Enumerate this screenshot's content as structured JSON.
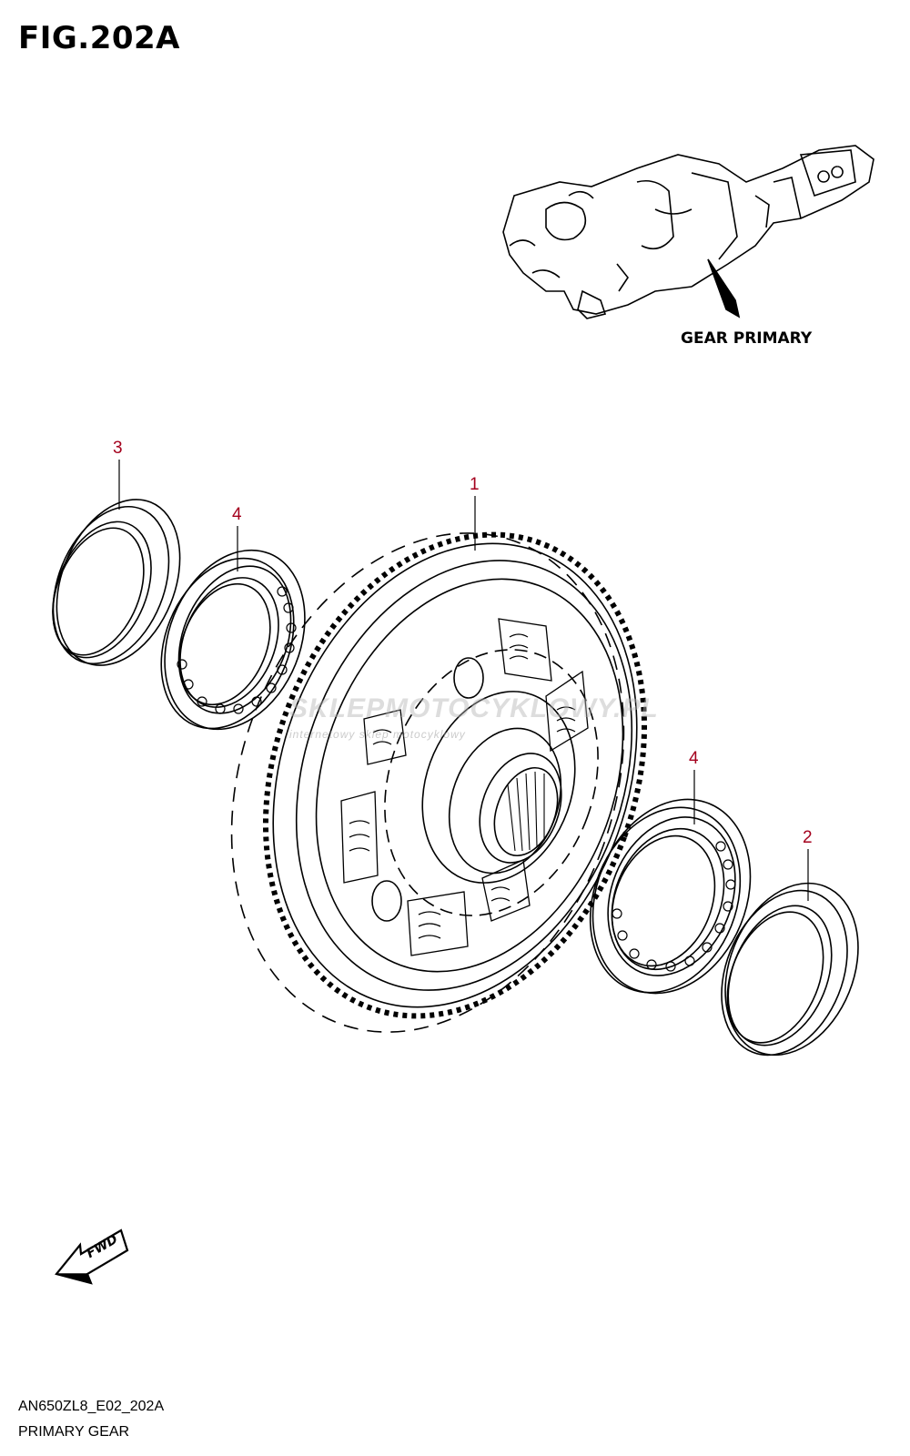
{
  "figure": {
    "title": "FIG.202A"
  },
  "assembly": {
    "label": "GEAR PRIMARY"
  },
  "callouts": [
    {
      "text": "3"
    },
    {
      "text": "1"
    },
    {
      "text": "4"
    },
    {
      "text": "4"
    },
    {
      "text": "2"
    }
  ],
  "watermark": {
    "main": "SKLEPMOTOCYKLOWY.PL",
    "sub": "internetowy sklep motocyklowy"
  },
  "fwd": {
    "text": "FWD"
  },
  "footer": {
    "code": "AN650ZL8_E02_202A",
    "name": "PRIMARY GEAR"
  },
  "colors": {
    "callout": "#a4001d",
    "line": "#000000"
  }
}
